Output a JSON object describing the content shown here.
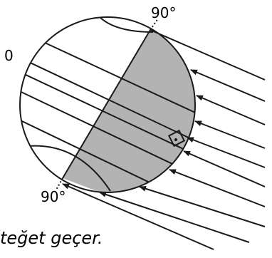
{
  "labels": {
    "north_pole": "90°",
    "equator": "0",
    "south_pole": "90°"
  },
  "caption": "teğet geçer.",
  "colors": {
    "shade": "#b3b3b3",
    "stroke": "#1a1a1a",
    "background": "#ffffff"
  },
  "sun_rays": 10
}
